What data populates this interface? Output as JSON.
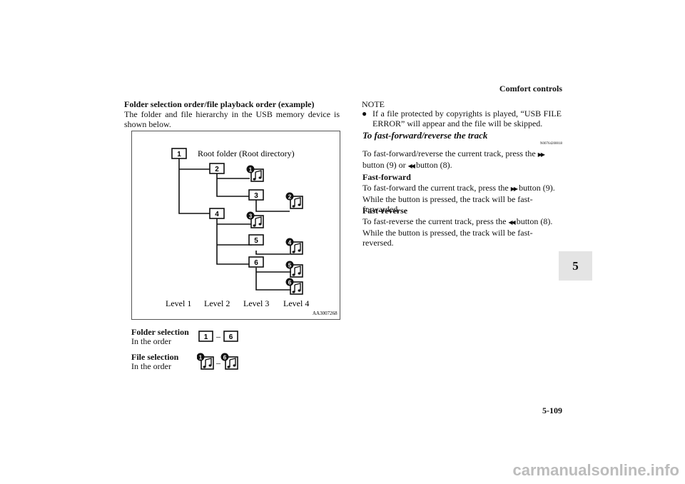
{
  "header": {
    "section": "Comfort controls",
    "page_number": "5-109",
    "tab": "5"
  },
  "left": {
    "title": "Folder selection order/file playback order (example)",
    "intro": "The folder and file hierarchy in the USB memory device is shown below.",
    "figure": {
      "root_label": "Root folder (Root directory)",
      "levels": [
        "Level 1",
        "Level 2",
        "Level 3",
        "Level 4"
      ],
      "code": "AA3007268",
      "folders": [
        "1",
        "2",
        "3",
        "4",
        "5",
        "6"
      ],
      "files": [
        "1",
        "2",
        "3",
        "4",
        "5",
        "6"
      ]
    },
    "folder_selection": {
      "title": "Folder selection",
      "order": "In the order",
      "from": "1",
      "to": "6"
    },
    "file_selection": {
      "title": "File selection",
      "order": "In the order",
      "from": "1",
      "to": "6"
    }
  },
  "right": {
    "note_title": "NOTE",
    "note_text": "If a file protected by copyrights is played, “USB FILE ERROR” will appear and the file will be skipped.",
    "section_title": "To fast-forward/reverse the track",
    "section_code": "N00764200018",
    "section_text_1": "To fast-forward/reverse the current track, press the",
    "section_text_2": "button (9) or",
    "section_text_3": "button (8).",
    "ff_title": "Fast-forward",
    "ff_text_1": "To fast-forward the current track, press the",
    "ff_text_2": "button (9). While the button is pressed, the track will be fast-forwarded.",
    "fr_title": "Fast-reverse",
    "fr_text_1": "To fast-reverse the current track, press the",
    "fr_text_2": "button (8). While the button is pressed, the track will be fast-reversed.",
    "ff_symbol": "▶▶",
    "rev_symbol": "◀◀",
    "bullet": "●",
    "dash": "–"
  },
  "footer": {
    "watermark": "carmanualsonline.info"
  }
}
